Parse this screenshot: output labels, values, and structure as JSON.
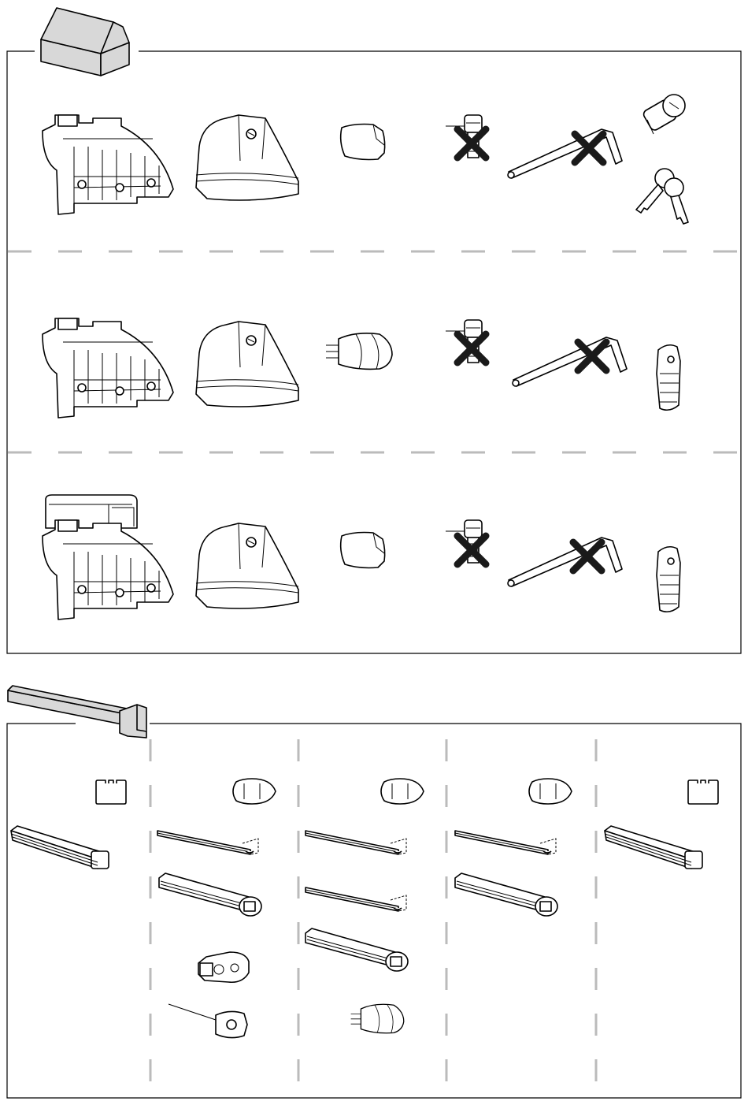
{
  "diagram": {
    "title": "",
    "colors": {
      "line": "#000000",
      "box_fill": "#d0d0d0",
      "cross": "#1a1a1a",
      "divider": "#bbbbbb"
    },
    "foot_pack": {
      "icon": "package-box-icon",
      "rows": [
        {
          "id": "row-1",
          "items": [
            {
              "name": "foot-bracket",
              "excluded": false
            },
            {
              "name": "foot-cover",
              "excluded": false
            },
            {
              "name": "end-cap",
              "excluded": false
            },
            {
              "name": "bolt",
              "excluded": true
            },
            {
              "name": "allen-key",
              "excluded": true
            },
            {
              "name": "lock-cylinder",
              "excluded": false
            },
            {
              "name": "keys",
              "excluded": false
            }
          ]
        },
        {
          "id": "row-2",
          "items": [
            {
              "name": "foot-bracket",
              "excluded": false
            },
            {
              "name": "foot-cover",
              "excluded": false
            },
            {
              "name": "bar-end-plug",
              "excluded": false
            },
            {
              "name": "bolt",
              "excluded": true
            },
            {
              "name": "allen-key",
              "excluded": true
            },
            {
              "name": "lock-key-tool",
              "excluded": false
            }
          ]
        },
        {
          "id": "row-3",
          "items": [
            {
              "name": "foot-bracket-with-adapter",
              "excluded": false
            },
            {
              "name": "foot-cover",
              "excluded": false
            },
            {
              "name": "end-cap",
              "excluded": false
            },
            {
              "name": "bolt",
              "excluded": true
            },
            {
              "name": "allen-key",
              "excluded": true
            },
            {
              "name": "lock-key-tool",
              "excluded": false
            }
          ]
        }
      ]
    },
    "bar_pack": {
      "icon": "load-bar-icon",
      "columns": [
        {
          "profile": "square-profile-icon",
          "parts": [
            "square-bar"
          ]
        },
        {
          "profile": "aero-profile-icon",
          "parts": [
            "slot-strip",
            "aero-bar",
            "bar-adapter",
            "bar-end-with-cable"
          ]
        },
        {
          "profile": "aero-profile-icon",
          "parts": [
            "slot-strip",
            "slot-strip",
            "aero-bar",
            "bar-end-plug"
          ]
        },
        {
          "profile": "aero-profile-icon",
          "parts": [
            "slot-strip",
            "aero-bar"
          ]
        },
        {
          "profile": "square-profile-icon",
          "parts": [
            "square-bar"
          ]
        }
      ]
    }
  }
}
